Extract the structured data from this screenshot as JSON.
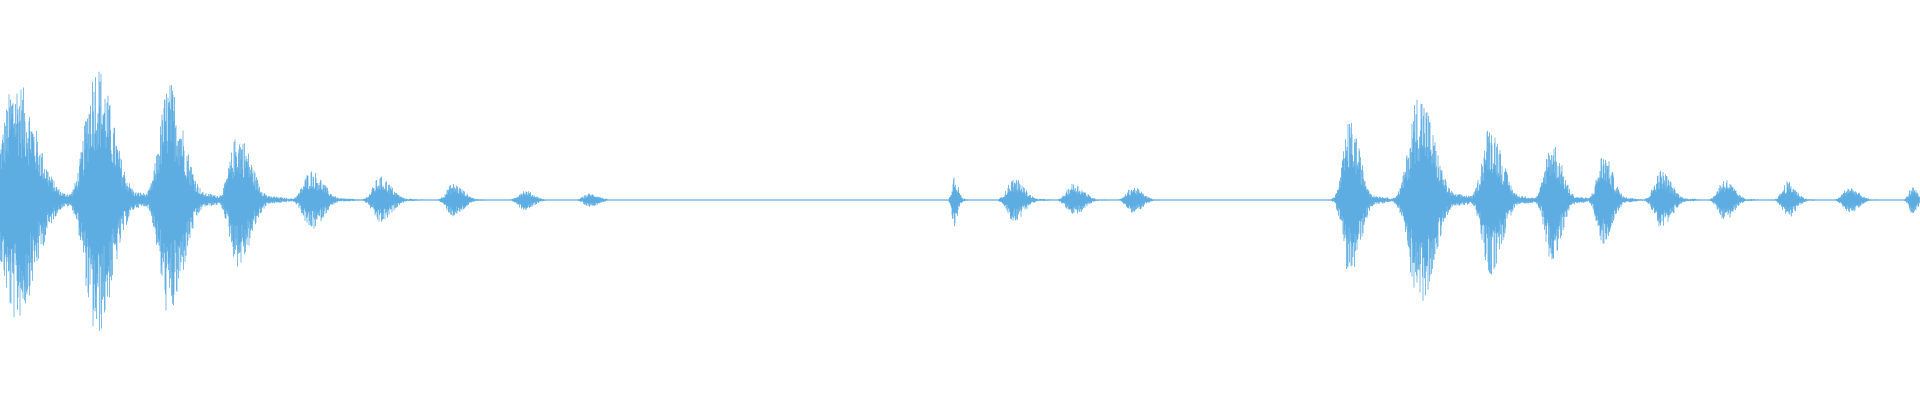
{
  "waveform": {
    "color": "#5dade2",
    "background": "#ffffff",
    "bursts": [
      {
        "center": 0.008,
        "width": 0.022,
        "amplitude": 0.72
      },
      {
        "center": 0.05,
        "width": 0.018,
        "amplitude": 0.82
      },
      {
        "center": 0.088,
        "width": 0.016,
        "amplitude": 0.7
      },
      {
        "center": 0.124,
        "width": 0.014,
        "amplitude": 0.4
      },
      {
        "center": 0.162,
        "width": 0.013,
        "amplitude": 0.18
      },
      {
        "center": 0.198,
        "width": 0.012,
        "amplitude": 0.14
      },
      {
        "center": 0.236,
        "width": 0.011,
        "amplitude": 0.1
      },
      {
        "center": 0.273,
        "width": 0.01,
        "amplitude": 0.06
      },
      {
        "center": 0.307,
        "width": 0.01,
        "amplitude": 0.04
      },
      {
        "center": 0.497,
        "width": 0.004,
        "amplitude": 0.16
      },
      {
        "center": 0.528,
        "width": 0.011,
        "amplitude": 0.13
      },
      {
        "center": 0.559,
        "width": 0.011,
        "amplitude": 0.1
      },
      {
        "center": 0.59,
        "width": 0.01,
        "amplitude": 0.08
      },
      {
        "center": 0.703,
        "width": 0.011,
        "amplitude": 0.47
      },
      {
        "center": 0.739,
        "width": 0.016,
        "amplitude": 0.65
      },
      {
        "center": 0.776,
        "width": 0.013,
        "amplitude": 0.45
      },
      {
        "center": 0.808,
        "width": 0.011,
        "amplitude": 0.36
      },
      {
        "center": 0.835,
        "width": 0.01,
        "amplitude": 0.28
      },
      {
        "center": 0.865,
        "width": 0.011,
        "amplitude": 0.18
      },
      {
        "center": 0.898,
        "width": 0.01,
        "amplitude": 0.13
      },
      {
        "center": 0.931,
        "width": 0.009,
        "amplitude": 0.11
      },
      {
        "center": 0.963,
        "width": 0.01,
        "amplitude": 0.08
      },
      {
        "center": 0.996,
        "width": 0.006,
        "amplitude": 0.08
      }
    ]
  }
}
